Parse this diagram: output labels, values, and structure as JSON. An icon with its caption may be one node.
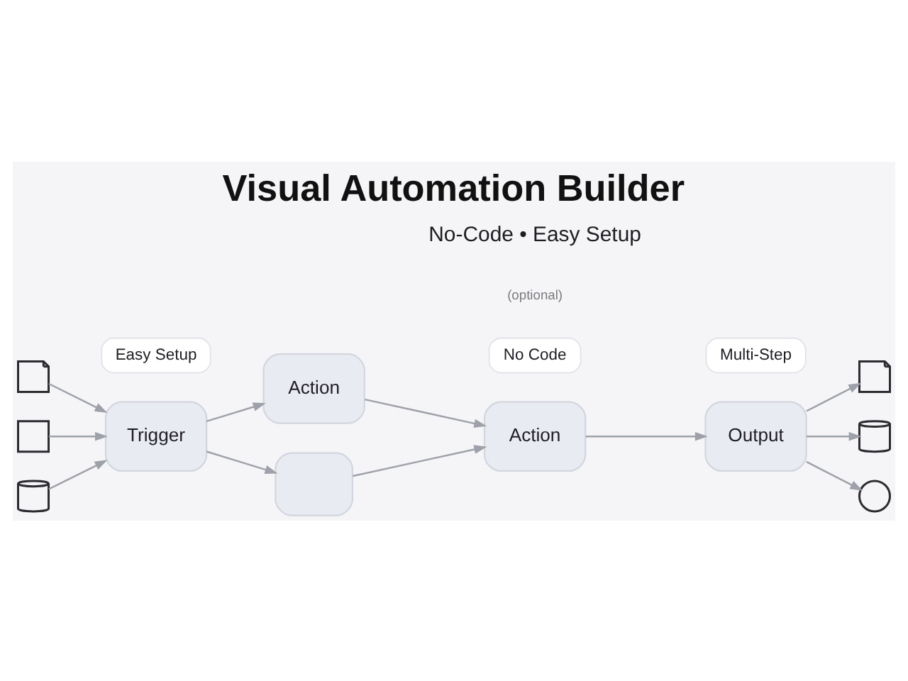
{
  "diagram": {
    "title": "Visual Automation Builder",
    "nodes": [
      {
        "text": [],
        "shape": "picture"
      },
      {
        "text": [],
        "shape": "box"
      },
      {
        "text": [],
        "shape": "cylinder"
      },
      {
        "text": [
          "Easy Setup"
        ]
      },
      {
        "text": [
          "Trigger"
        ]
      },
      {
        "text": [
          "Action"
        ]
      },
      {
        "text": [],
        "shape": "box"
      },
      {
        "text": [
          "No Code"
        ]
      },
      {
        "text": [
          "Action"
        ]
      },
      {
        "text": [
          "Output"
        ]
      },
      {
        "text": [
          "Multi-Step"
        ]
      },
      {
        "text": [],
        "shape": "picture"
      },
      {
        "text": [],
        "shape": "cylinder"
      },
      {
        "text": [],
        "shape": "circle"
      }
    ],
    "edges": [
      {
        "from": 0,
        "to": 4,
        "arrow": "to"
      },
      {
        "from": 1,
        "to": 4,
        "arrow": "to"
      },
      {
        "from": 2,
        "to": 4,
        "arrow": "to"
      },
      {
        "from": 4,
        "to": 5,
        "arrow": "to"
      },
      {
        "from": 4,
        "to": 6,
        "arrow": "to"
      },
      {
        "from": 5,
        "to": 8,
        "arrow": "to"
      },
      {
        "from": 6,
        "to": 8,
        "arrow": "to"
      },
      {
        "from": 8,
        "to": 9,
        "arrow": "to"
      },
      {
        "from": 9,
        "to": 11,
        "arrow": "to"
      },
      {
        "from": 9,
        "to": 12,
        "arrow": "to"
      },
      {
        "from": 9,
        "to": 13,
        "arrow": "to"
      }
    ],
    "labels": [
      "No-Code • Easy Setup",
      "(optional)"
    ]
  }
}
